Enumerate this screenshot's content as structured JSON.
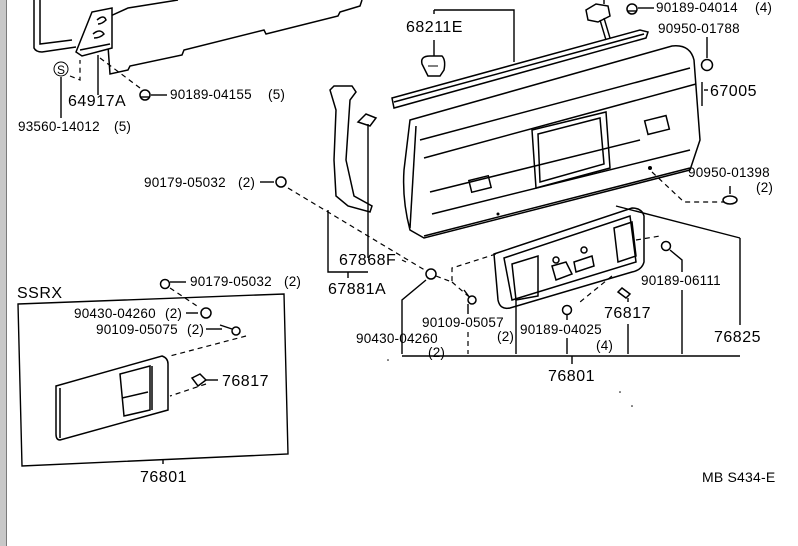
{
  "diagram": {
    "code": "MB S434-E",
    "group_label": "SSRX",
    "callouts": {
      "c68211E": "68211E",
      "c90189_04014": "90189-04014",
      "c90189_04014_qty": "(4)",
      "c90950_01788": "90950-01788",
      "c67005": "67005",
      "c64917A": "64917A",
      "c90189_04155": "90189-04155",
      "c90189_04155_qty": "(5)",
      "c93560_14012": "93560-14012",
      "c93560_14012_qty": "(5)",
      "c93560_mark": "S",
      "c90179_05032_a": "90179-05032",
      "c90179_05032_a_qty": "(2)",
      "c90950_01398": "90950-01398",
      "c90950_01398_qty": "(2)",
      "c67868F": "67868F",
      "c67881A": "67881A",
      "c90179_05032_b": "90179-05032",
      "c90179_05032_b_qty": "(2)",
      "c90430_04260_a": "90430-04260",
      "c90430_04260_a_qty": "(2)",
      "c90109_05075": "90109-05075",
      "c90109_05075_qty": "(2)",
      "c76817_a": "76817",
      "c76801_a": "76801",
      "c90189_06111": "90189-06111",
      "c76817_b": "76817",
      "c76825": "76825",
      "c90109_05057": "90109-05057",
      "c90109_05057_qty": "(2)",
      "c90430_04260_b": "90430-04260",
      "c90430_04260_b_qty": "(2)",
      "c90189_04025": "90189-04025",
      "c90189_04025_qty": "(4)",
      "c76801_b": "76801"
    }
  }
}
